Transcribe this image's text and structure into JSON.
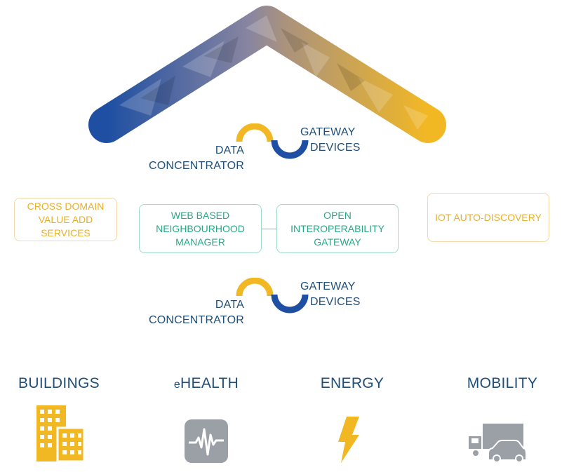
{
  "top_connector": {
    "left_label": [
      "DATA",
      "CONCENTRATOR"
    ],
    "right_label": [
      "GATEWAY",
      "DEVICES"
    ]
  },
  "bottom_connector": {
    "left_label": [
      "DATA",
      "CONCENTRATOR"
    ],
    "right_label": [
      "GATEWAY",
      "DEVICES"
    ]
  },
  "boxes": {
    "cross_domain": [
      "CROSS DOMAIN",
      "VALUE ADD SERVICES"
    ],
    "web_manager": [
      "WEB BASED",
      "NEIGHBOURHOOD",
      "MANAGER"
    ],
    "open_gateway": [
      "OPEN",
      "INTEROPERABILITY",
      "GATEWAY"
    ],
    "iot_discovery": [
      "IOT AUTO-DISCOVERY"
    ]
  },
  "domains": {
    "buildings": {
      "label": "BUILDINGS",
      "icon": "buildings-icon"
    },
    "ehealth": {
      "label_prefix": "e",
      "label": "HEALTH",
      "icon": "heartbeat-monitor-icon"
    },
    "energy": {
      "label": "ENERGY",
      "icon": "lightning-bolt-icon"
    },
    "mobility": {
      "label": "MOBILITY",
      "icon": "truck-and-car-icon"
    }
  },
  "colors": {
    "navy": "#1f4e79",
    "blue": "#1e4fa3",
    "gold": "#f2b824",
    "teal": "#2aa784",
    "gray_icon": "#9aa0a6"
  }
}
